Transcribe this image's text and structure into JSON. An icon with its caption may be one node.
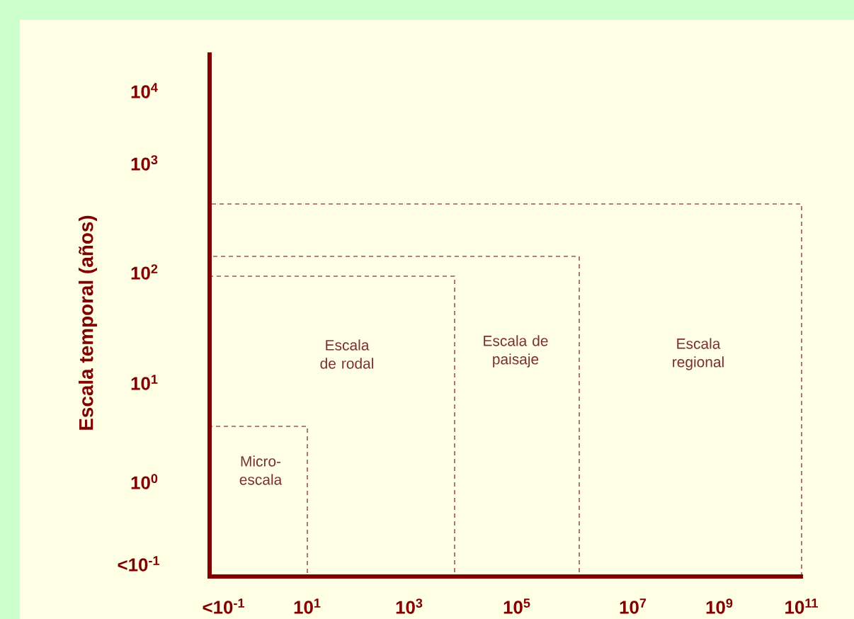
{
  "diagram": {
    "nodes": [
      {
        "text": [
          "Escala regional"
        ]
      },
      {
        "text": [
          "Escala de paisaje"
        ],
        "in": 0
      },
      {
        "text": [
          "Escala de rodal"
        ],
        "in": 1
      },
      {
        "text": [
          "Micro- escala"
        ],
        "in": 2
      }
    ],
    "labels": [
      "10$^{4}$",
      "10$^{3}$",
      "10$^{2}$",
      "10$^{1}$",
      "10$^{0}$",
      "<10$^{-1}$",
      "Escala temporal (años)",
      "<10$^{-1}$",
      "10$^{1}$",
      "10$^{3}$",
      "10$^{5}$",
      "10$^{7}$",
      "10$^{9}$",
      "10$^{11}$"
    ]
  }
}
